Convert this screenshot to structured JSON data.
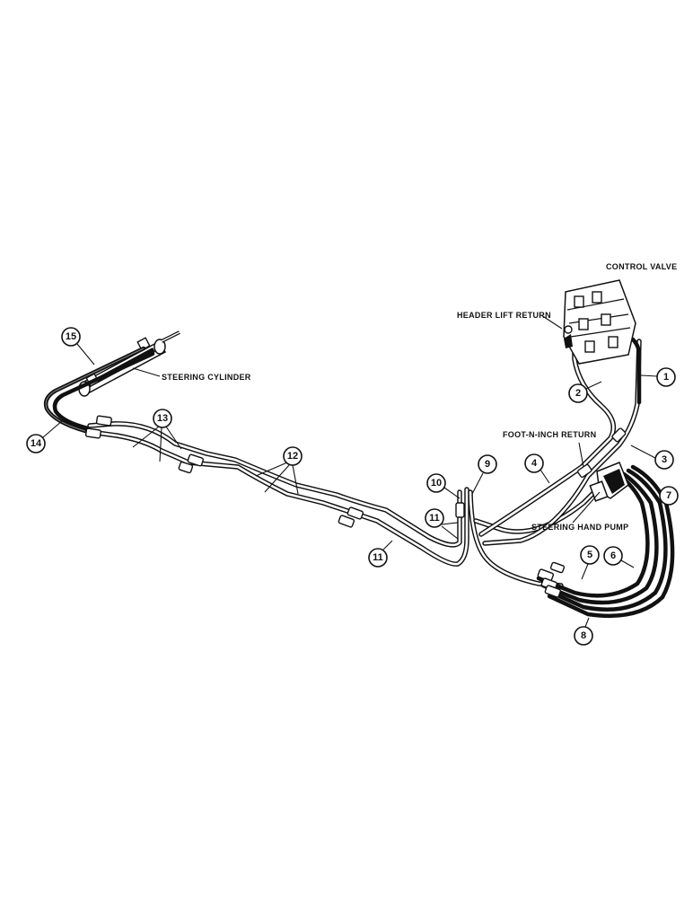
{
  "labels": {
    "control_valve": "CONTROL VALVE",
    "header_lift_return": "HEADER LIFT RETURN",
    "steering_cylinder": "STEERING CYLINDER",
    "foot_n_inch_return": "FOOT-N-INCH RETURN",
    "steering_hand_pump": "STEERING HAND PUMP"
  },
  "callouts": {
    "c1": "1",
    "c2": "2",
    "c3": "3",
    "c4": "4",
    "c5": "5",
    "c6": "6",
    "c7": "7",
    "c8": "8",
    "c9": "9",
    "c10": "10",
    "c11a": "11",
    "c11b": "11",
    "c12": "12",
    "c13": "13",
    "c14": "14",
    "c15": "15"
  }
}
